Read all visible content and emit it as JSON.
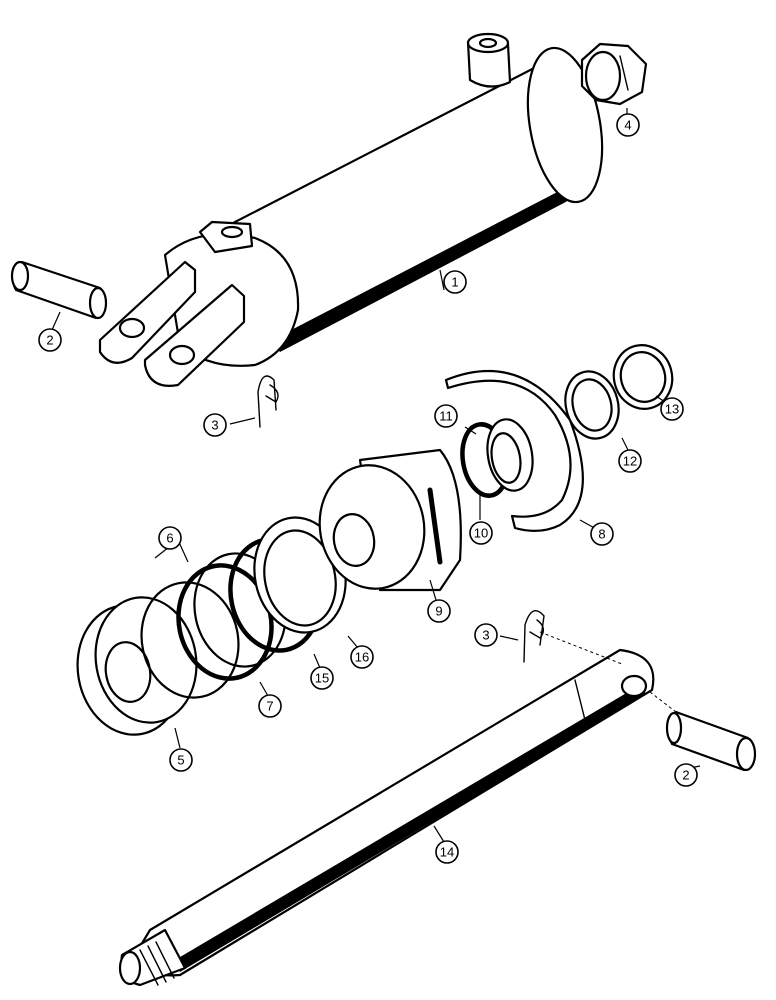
{
  "diagram": {
    "callouts": {
      "c1": "1",
      "c2a": "2",
      "c2b": "2",
      "c3a": "3",
      "c3b": "3",
      "c4": "4",
      "c5": "5",
      "c6": "6",
      "c7": "7",
      "c8": "8",
      "c9": "9",
      "c10": "10",
      "c11": "11",
      "c12": "12",
      "c13": "13",
      "c14": "14",
      "c15": "15",
      "c16": "16"
    }
  }
}
